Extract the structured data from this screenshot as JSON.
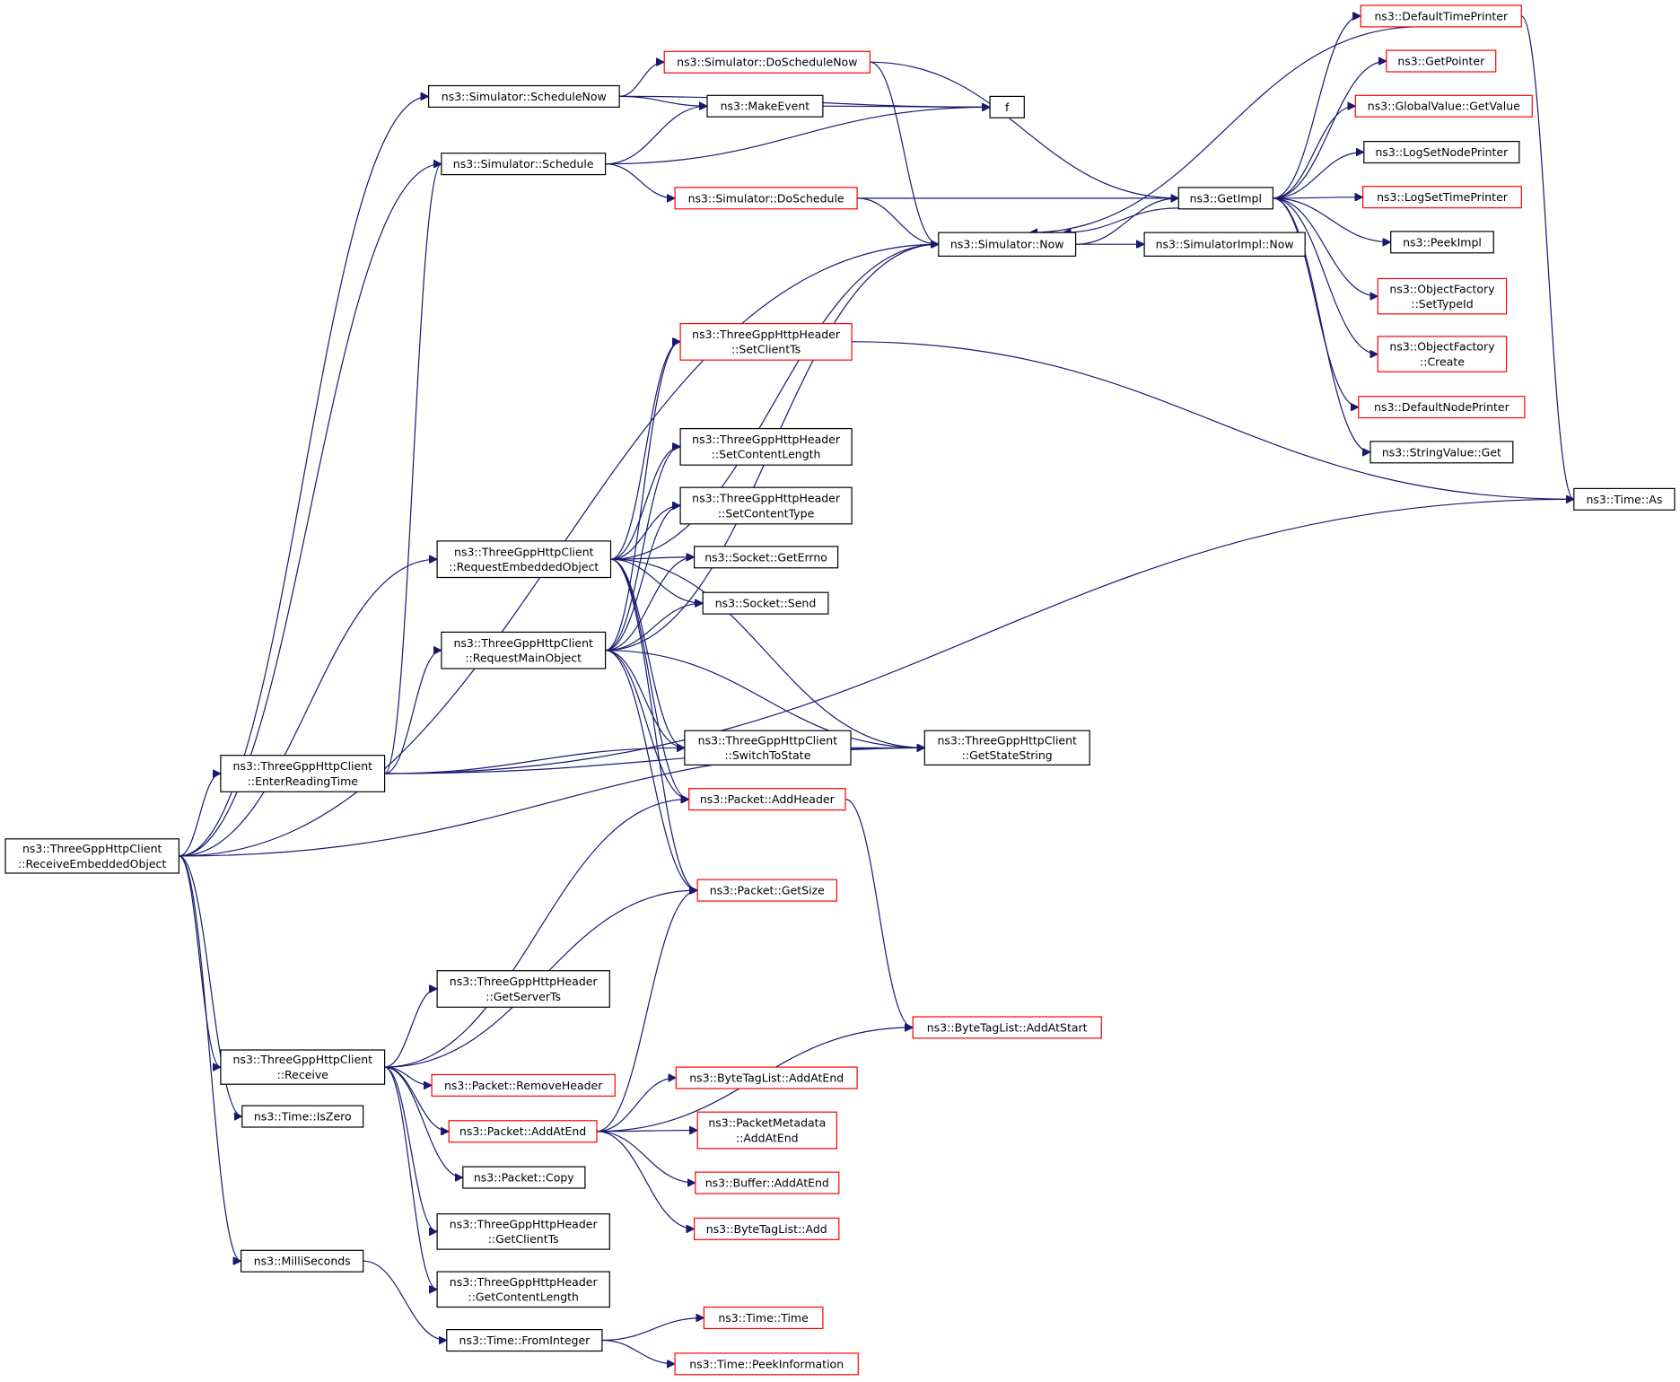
{
  "colors": {
    "edge": "#191970",
    "border_documented": "#000000",
    "border_external": "#ff0000",
    "root_fill": "#bfbfbf",
    "node_fill": "#ffffff"
  },
  "nodes": [
    {
      "id": "root",
      "lines": [
        "ns3::ThreeGppHttpClient",
        "::ReceiveEmbeddedObject"
      ],
      "kind": "root"
    },
    {
      "id": "scheduleNow",
      "lines": [
        "ns3::Simulator::ScheduleNow"
      ],
      "kind": "documented"
    },
    {
      "id": "doScheduleNow",
      "lines": [
        "ns3::Simulator::DoScheduleNow"
      ],
      "kind": "external"
    },
    {
      "id": "makeEvent",
      "lines": [
        "ns3::MakeEvent"
      ],
      "kind": "documented"
    },
    {
      "id": "f",
      "lines": [
        "f"
      ],
      "kind": "documented"
    },
    {
      "id": "schedule",
      "lines": [
        "ns3::Simulator::Schedule"
      ],
      "kind": "documented"
    },
    {
      "id": "doSchedule",
      "lines": [
        "ns3::Simulator::DoSchedule"
      ],
      "kind": "external"
    },
    {
      "id": "getImpl",
      "lines": [
        "ns3::GetImpl"
      ],
      "kind": "documented"
    },
    {
      "id": "simNow",
      "lines": [
        "ns3::Simulator::Now"
      ],
      "kind": "documented"
    },
    {
      "id": "simImplNow",
      "lines": [
        "ns3::SimulatorImpl::Now"
      ],
      "kind": "documented"
    },
    {
      "id": "defaultTimePrinter",
      "lines": [
        "ns3::DefaultTimePrinter"
      ],
      "kind": "external"
    },
    {
      "id": "getPointer",
      "lines": [
        "ns3::GetPointer"
      ],
      "kind": "external"
    },
    {
      "id": "globalValueGet",
      "lines": [
        "ns3::GlobalValue::GetValue"
      ],
      "kind": "external"
    },
    {
      "id": "logSetNodePrinter",
      "lines": [
        "ns3::LogSetNodePrinter"
      ],
      "kind": "documented"
    },
    {
      "id": "logSetTimePrinter",
      "lines": [
        "ns3::LogSetTimePrinter"
      ],
      "kind": "external"
    },
    {
      "id": "peekImpl",
      "lines": [
        "ns3::PeekImpl"
      ],
      "kind": "documented"
    },
    {
      "id": "ofSetTypeId",
      "lines": [
        "ns3::ObjectFactory",
        "::SetTypeId"
      ],
      "kind": "external"
    },
    {
      "id": "ofCreate",
      "lines": [
        "ns3::ObjectFactory",
        "::Create"
      ],
      "kind": "external"
    },
    {
      "id": "defaultNodePrinter",
      "lines": [
        "ns3::DefaultNodePrinter"
      ],
      "kind": "external"
    },
    {
      "id": "stringValueGet",
      "lines": [
        "ns3::StringValue::Get"
      ],
      "kind": "documented"
    },
    {
      "id": "timeAs",
      "lines": [
        "ns3::Time::As"
      ],
      "kind": "documented"
    },
    {
      "id": "setClientTs",
      "lines": [
        "ns3::ThreeGppHttpHeader",
        "::SetClientTs"
      ],
      "kind": "external"
    },
    {
      "id": "setContentLength",
      "lines": [
        "ns3::ThreeGppHttpHeader",
        "::SetContentLength"
      ],
      "kind": "documented"
    },
    {
      "id": "setContentType",
      "lines": [
        "ns3::ThreeGppHttpHeader",
        "::SetContentType"
      ],
      "kind": "documented"
    },
    {
      "id": "socketGetErrno",
      "lines": [
        "ns3::Socket::GetErrno"
      ],
      "kind": "documented"
    },
    {
      "id": "socketSend",
      "lines": [
        "ns3::Socket::Send"
      ],
      "kind": "documented"
    },
    {
      "id": "reqEmbedded",
      "lines": [
        "ns3::ThreeGppHttpClient",
        "::RequestEmbeddedObject"
      ],
      "kind": "documented"
    },
    {
      "id": "reqMain",
      "lines": [
        "ns3::ThreeGppHttpClient",
        "::RequestMainObject"
      ],
      "kind": "documented"
    },
    {
      "id": "enterReading",
      "lines": [
        "ns3::ThreeGppHttpClient",
        "::EnterReadingTime"
      ],
      "kind": "documented"
    },
    {
      "id": "switchToState",
      "lines": [
        "ns3::ThreeGppHttpClient",
        "::SwitchToState"
      ],
      "kind": "documented"
    },
    {
      "id": "getStateString",
      "lines": [
        "ns3::ThreeGppHttpClient",
        "::GetStateString"
      ],
      "kind": "documented"
    },
    {
      "id": "packetAddHeader",
      "lines": [
        "ns3::Packet::AddHeader"
      ],
      "kind": "external"
    },
    {
      "id": "packetGetSize",
      "lines": [
        "ns3::Packet::GetSize"
      ],
      "kind": "external"
    },
    {
      "id": "getServerTs",
      "lines": [
        "ns3::ThreeGppHttpHeader",
        "::GetServerTs"
      ],
      "kind": "documented"
    },
    {
      "id": "byteTagAddAtStart",
      "lines": [
        "ns3::ByteTagList::AddAtStart"
      ],
      "kind": "external"
    },
    {
      "id": "receive",
      "lines": [
        "ns3::ThreeGppHttpClient",
        "::Receive"
      ],
      "kind": "documented"
    },
    {
      "id": "removeHeader",
      "lines": [
        "ns3::Packet::RemoveHeader"
      ],
      "kind": "external"
    },
    {
      "id": "byteTagAddAtEnd",
      "lines": [
        "ns3::ByteTagList::AddAtEnd"
      ],
      "kind": "external"
    },
    {
      "id": "timeIsZero",
      "lines": [
        "ns3::Time::IsZero"
      ],
      "kind": "documented"
    },
    {
      "id": "packetAddAtEnd",
      "lines": [
        "ns3::Packet::AddAtEnd"
      ],
      "kind": "external"
    },
    {
      "id": "pmAddAtEnd",
      "lines": [
        "ns3::PacketMetadata",
        "::AddAtEnd"
      ],
      "kind": "external"
    },
    {
      "id": "packetCopy",
      "lines": [
        "ns3::Packet::Copy"
      ],
      "kind": "documented"
    },
    {
      "id": "bufferAddAtEnd",
      "lines": [
        "ns3::Buffer::AddAtEnd"
      ],
      "kind": "external"
    },
    {
      "id": "getClientTs",
      "lines": [
        "ns3::ThreeGppHttpHeader",
        "::GetClientTs"
      ],
      "kind": "documented"
    },
    {
      "id": "byteTagAdd",
      "lines": [
        "ns3::ByteTagList::Add"
      ],
      "kind": "external"
    },
    {
      "id": "milliSeconds",
      "lines": [
        "ns3::MilliSeconds"
      ],
      "kind": "documented"
    },
    {
      "id": "getContentLength",
      "lines": [
        "ns3::ThreeGppHttpHeader",
        "::GetContentLength"
      ],
      "kind": "documented"
    },
    {
      "id": "timeFromInteger",
      "lines": [
        "ns3::Time::FromInteger"
      ],
      "kind": "documented"
    },
    {
      "id": "timeTime",
      "lines": [
        "ns3::Time::Time"
      ],
      "kind": "external"
    },
    {
      "id": "timePeekInfo",
      "lines": [
        "ns3::Time::PeekInformation"
      ],
      "kind": "external"
    }
  ],
  "edges": [
    [
      "root",
      "scheduleNow"
    ],
    [
      "root",
      "schedule"
    ],
    [
      "root",
      "simNow"
    ],
    [
      "root",
      "reqEmbedded"
    ],
    [
      "root",
      "enterReading"
    ],
    [
      "root",
      "getStateString"
    ],
    [
      "root",
      "receive"
    ],
    [
      "root",
      "timeIsZero"
    ],
    [
      "root",
      "milliSeconds"
    ],
    [
      "scheduleNow",
      "doScheduleNow"
    ],
    [
      "scheduleNow",
      "makeEvent"
    ],
    [
      "scheduleNow",
      "f"
    ],
    [
      "doScheduleNow",
      "getImpl"
    ],
    [
      "doScheduleNow",
      "simNow"
    ],
    [
      "makeEvent",
      "f"
    ],
    [
      "schedule",
      "makeEvent"
    ],
    [
      "schedule",
      "f"
    ],
    [
      "schedule",
      "doSchedule"
    ],
    [
      "doSchedule",
      "getImpl"
    ],
    [
      "doSchedule",
      "simNow"
    ],
    [
      "simNow",
      "getImpl"
    ],
    [
      "simNow",
      "simImplNow"
    ],
    [
      "getImpl",
      "defaultTimePrinter"
    ],
    [
      "getImpl",
      "getPointer"
    ],
    [
      "getImpl",
      "globalValueGet"
    ],
    [
      "getImpl",
      "logSetNodePrinter"
    ],
    [
      "getImpl",
      "logSetTimePrinter"
    ],
    [
      "getImpl",
      "peekImpl"
    ],
    [
      "getImpl",
      "ofSetTypeId"
    ],
    [
      "getImpl",
      "ofCreate"
    ],
    [
      "getImpl",
      "defaultNodePrinter"
    ],
    [
      "getImpl",
      "stringValueGet"
    ],
    [
      "getImpl",
      "simNow"
    ],
    [
      "defaultTimePrinter",
      "timeAs"
    ],
    [
      "defaultTimePrinter",
      "simNow"
    ],
    [
      "setClientTs",
      "timeAs"
    ],
    [
      "reqEmbedded",
      "simNow"
    ],
    [
      "reqEmbedded",
      "setClientTs"
    ],
    [
      "reqEmbedded",
      "getStateString"
    ],
    [
      "reqEmbedded",
      "setContentLength"
    ],
    [
      "reqEmbedded",
      "setContentType"
    ],
    [
      "reqEmbedded",
      "socketGetErrno"
    ],
    [
      "reqEmbedded",
      "socketSend"
    ],
    [
      "reqEmbedded",
      "switchToState"
    ],
    [
      "reqEmbedded",
      "packetAddHeader"
    ],
    [
      "reqEmbedded",
      "packetGetSize"
    ],
    [
      "reqMain",
      "simNow"
    ],
    [
      "reqMain",
      "setClientTs"
    ],
    [
      "reqMain",
      "setContentLength"
    ],
    [
      "reqMain",
      "setContentType"
    ],
    [
      "reqMain",
      "socketGetErrno"
    ],
    [
      "reqMain",
      "socketSend"
    ],
    [
      "reqMain",
      "switchToState"
    ],
    [
      "reqMain",
      "getStateString"
    ],
    [
      "reqMain",
      "packetAddHeader"
    ],
    [
      "reqMain",
      "packetGetSize"
    ],
    [
      "enterReading",
      "schedule"
    ],
    [
      "enterReading",
      "reqMain"
    ],
    [
      "enterReading",
      "switchToState"
    ],
    [
      "enterReading",
      "getStateString"
    ],
    [
      "enterReading",
      "timeAs"
    ],
    [
      "switchToState",
      "getStateString"
    ],
    [
      "packetAddHeader",
      "byteTagAddAtStart"
    ],
    [
      "receive",
      "packetAddHeader"
    ],
    [
      "receive",
      "getServerTs"
    ],
    [
      "receive",
      "packetGetSize"
    ],
    [
      "receive",
      "removeHeader"
    ],
    [
      "receive",
      "packetAddAtEnd"
    ],
    [
      "receive",
      "packetCopy"
    ],
    [
      "receive",
      "getClientTs"
    ],
    [
      "receive",
      "getContentLength"
    ],
    [
      "packetAddAtEnd",
      "byteTagAddAtStart"
    ],
    [
      "packetAddAtEnd",
      "byteTagAddAtEnd"
    ],
    [
      "packetAddAtEnd",
      "pmAddAtEnd"
    ],
    [
      "packetAddAtEnd",
      "bufferAddAtEnd"
    ],
    [
      "packetAddAtEnd",
      "byteTagAdd"
    ],
    [
      "packetAddAtEnd",
      "packetGetSize"
    ],
    [
      "milliSeconds",
      "timeFromInteger"
    ],
    [
      "timeFromInteger",
      "timeTime"
    ],
    [
      "timeFromInteger",
      "timePeekInfo"
    ]
  ]
}
